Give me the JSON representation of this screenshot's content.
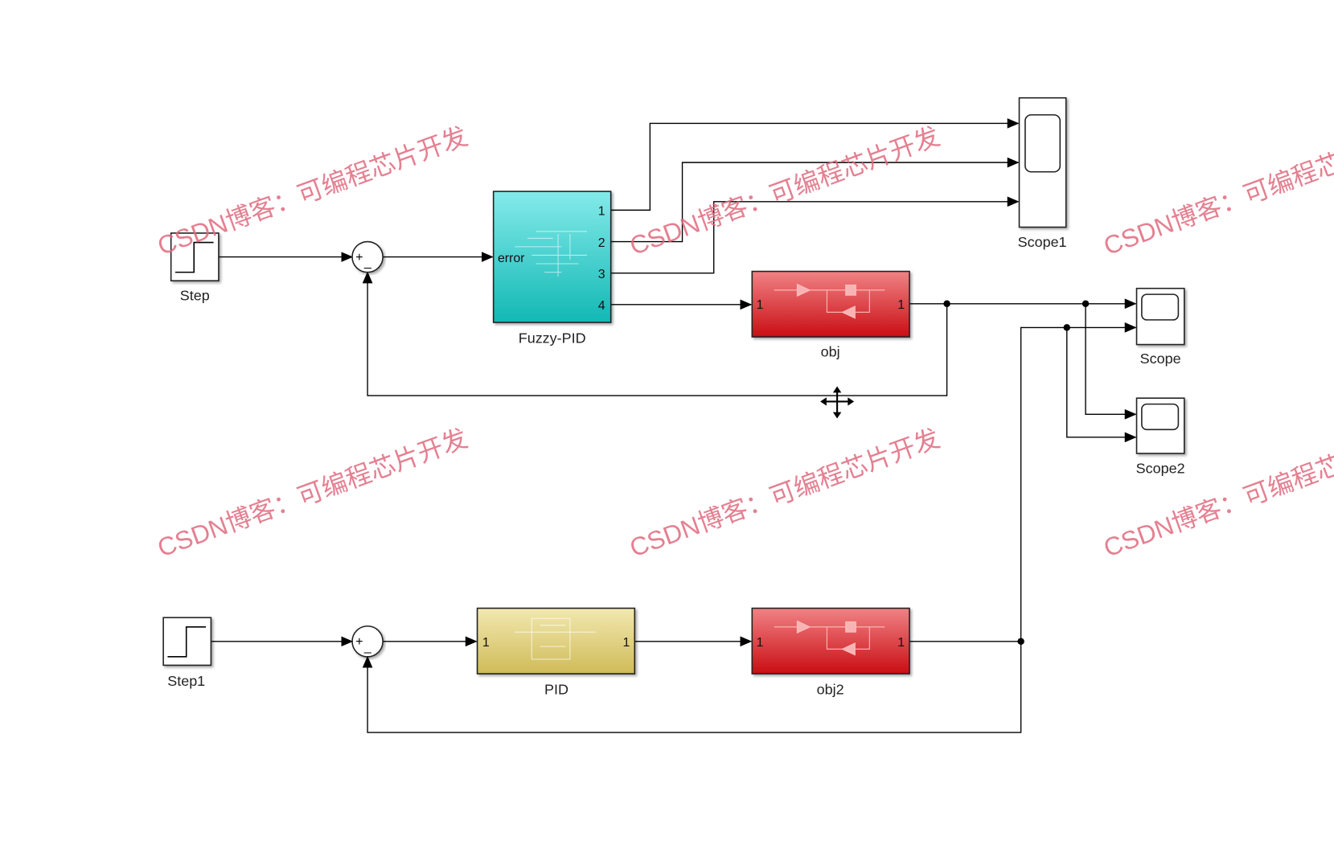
{
  "blocks": {
    "step": "Step",
    "step1": "Step1",
    "fuzzy_pid": "Fuzzy-PID",
    "fuzzy_input": "error",
    "fuzzy_ports": [
      "1",
      "2",
      "3",
      "4"
    ],
    "obj": "obj",
    "obj2": "obj2",
    "pid": "PID",
    "scope": "Scope",
    "scope1": "Scope1",
    "scope2": "Scope2",
    "port_in": "1",
    "port_out": "1",
    "sum_plus": "+",
    "sum_minus": "_"
  },
  "watermark": "CSDN博客：可编程芯片开发",
  "colors": {
    "fuzzy": "#3fd4d0",
    "obj": "#e23a3e",
    "pid": "#e2d58a",
    "watermark": "#e06a7e"
  }
}
